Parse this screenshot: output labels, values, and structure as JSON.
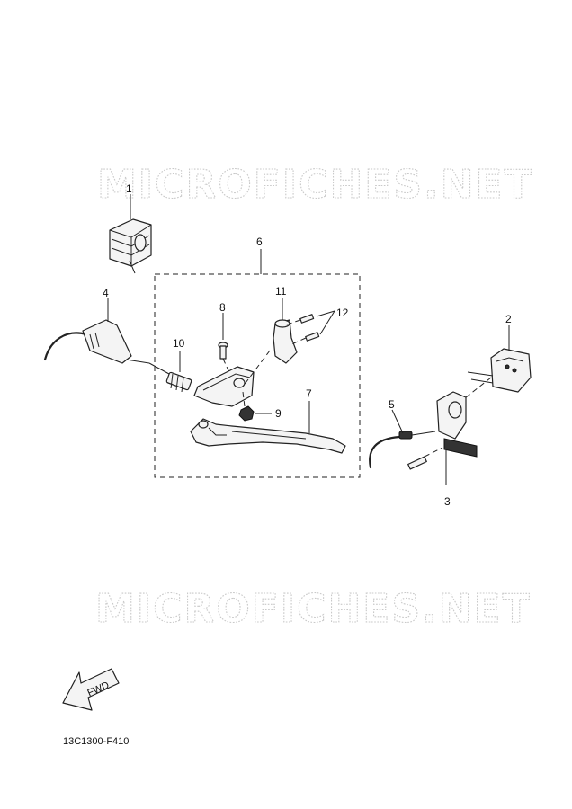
{
  "watermark": "MICROFICHES.NET",
  "figure_code": "13C1300-F410",
  "direction_label": "FWD",
  "callouts": {
    "p1": "1",
    "p2": "2",
    "p3": "3",
    "p4": "4",
    "p5": "5",
    "p6": "6",
    "p7": "7",
    "p8": "8",
    "p9": "9",
    "p10": "10",
    "p11": "11",
    "p12": "12"
  }
}
